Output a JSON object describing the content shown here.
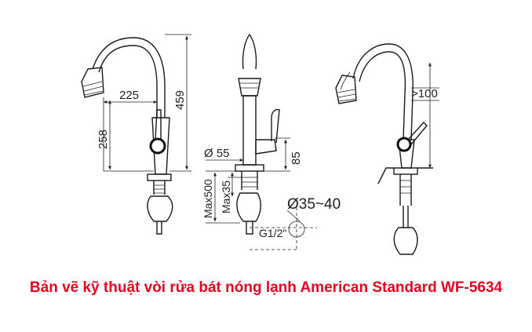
{
  "caption": {
    "text": "Bản vẽ kỹ thuật vòi rửa bát nóng lạnh American Standard WF-5634",
    "color": "#e8001c"
  },
  "side_view": {
    "dim_reach": "225",
    "dim_height": "459",
    "dim_spout_height": "258"
  },
  "front_view": {
    "dim_body_diameter": "Ø 55",
    "dim_lever": "85",
    "dim_max_hose": "Max500",
    "dim_max_deck": "Max35",
    "dim_hole": "Ø35~40",
    "dim_thread": "G1/2\""
  },
  "pull_view": {
    "dim_pull": ">100"
  }
}
